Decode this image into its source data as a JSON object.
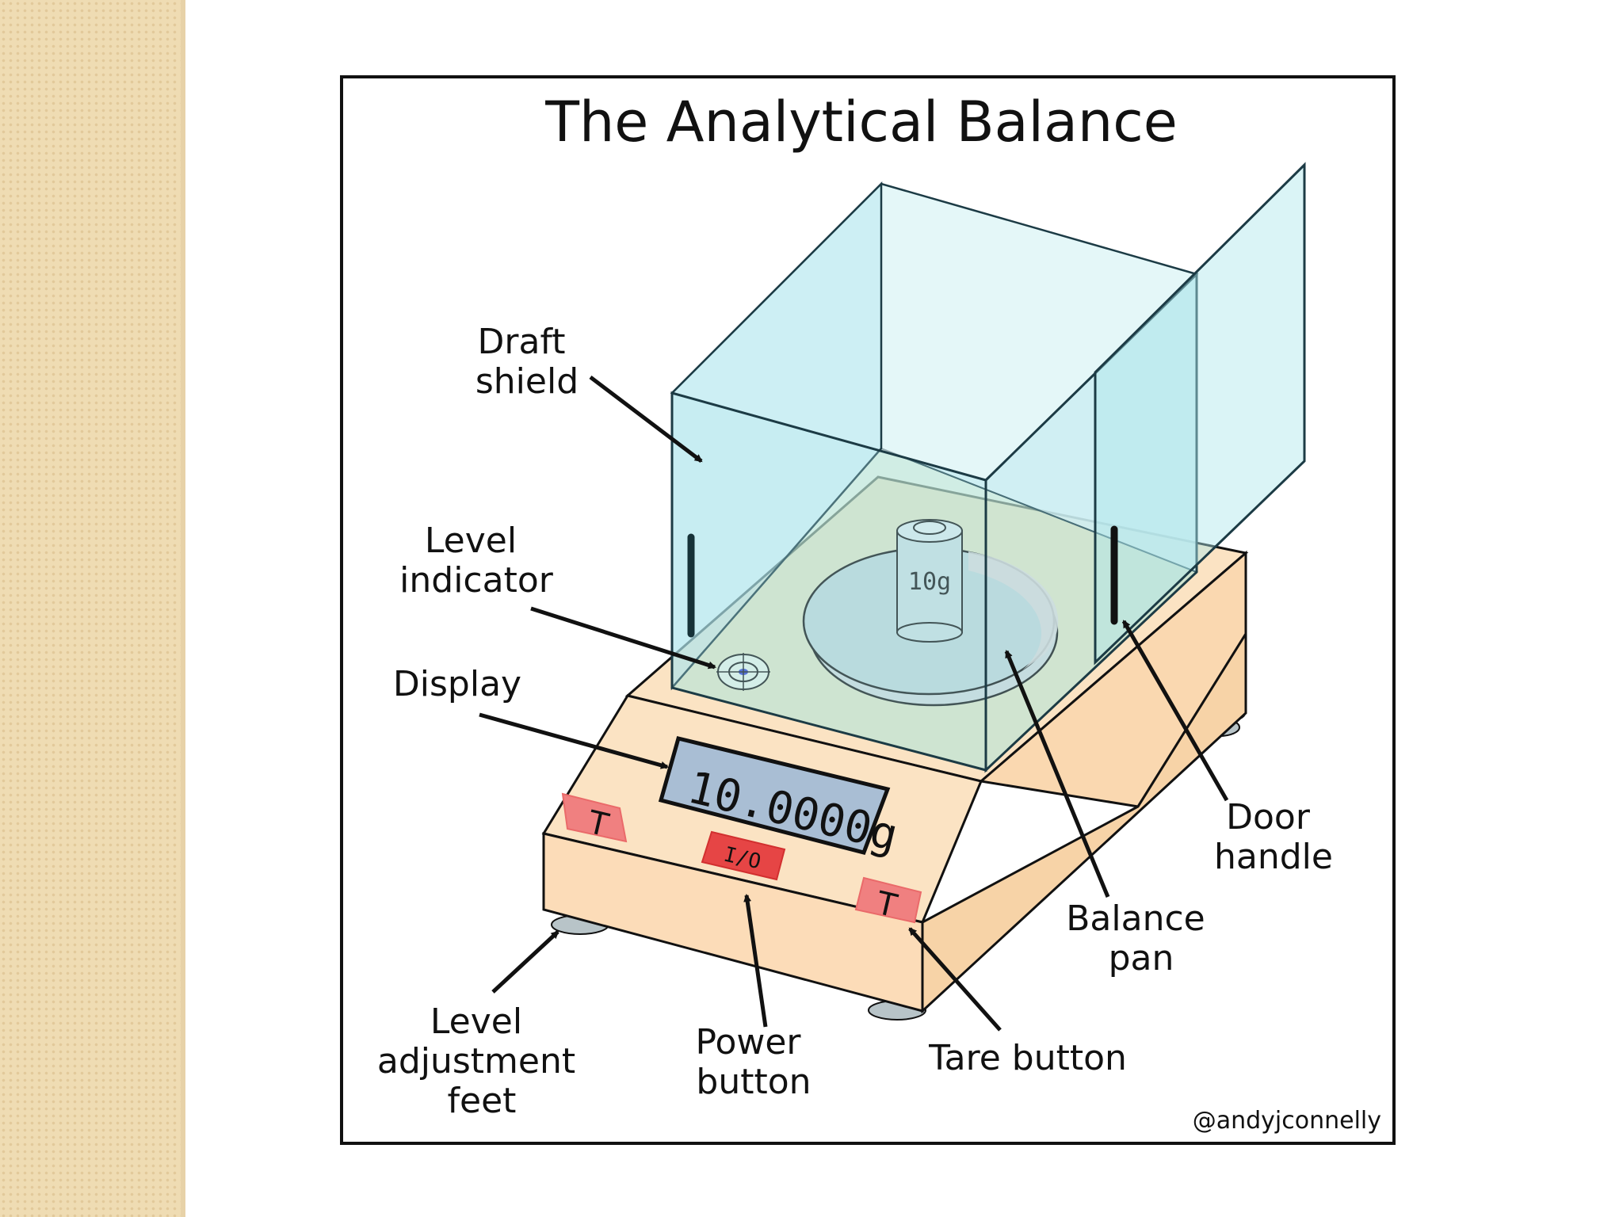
{
  "title": "The Analytical Balance",
  "credit": "@andyjconnelly",
  "display_reading": "10.0000g",
  "weight_label": "10g",
  "power_symbol": "I/O",
  "tare_symbol": "T",
  "labels": {
    "draft_shield": [
      "Draft",
      "shield"
    ],
    "level_indicator": [
      "Level",
      "indicator"
    ],
    "display": [
      "Display"
    ],
    "door_handle": [
      "Door",
      "handle"
    ],
    "balance_pan": [
      "Balance",
      "pan"
    ],
    "level_adjustment_feet": [
      "Level",
      "adjustment",
      "feet"
    ],
    "power_button": [
      "Power",
      "button"
    ],
    "tare_button": [
      "Tare button"
    ]
  },
  "colors": {
    "body": "#fbe3c3",
    "glass": "#aee6ec",
    "glass_edge": "#1c3b45",
    "display_bg": "#a9bed4",
    "button_red": "#f08080",
    "power_red": "#e64545",
    "pan": "#bfd6d8",
    "feet": "#b8c4c8",
    "outline": "#111111"
  }
}
